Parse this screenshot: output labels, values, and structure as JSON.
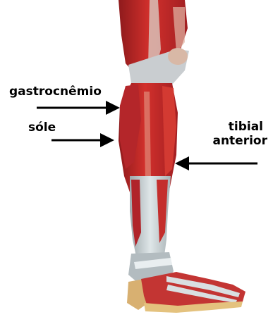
{
  "labels": {
    "gastrocnemio": "gastrocnêmio",
    "sole": "sóle",
    "tibial": "tibial",
    "anterior": "anterior"
  },
  "colors": {
    "muscle": "#c8282a",
    "muscle_dark": "#8e1a1c",
    "tendon": "#cdd6d8",
    "bone": "#e8c98a",
    "arrow": "#000000"
  }
}
